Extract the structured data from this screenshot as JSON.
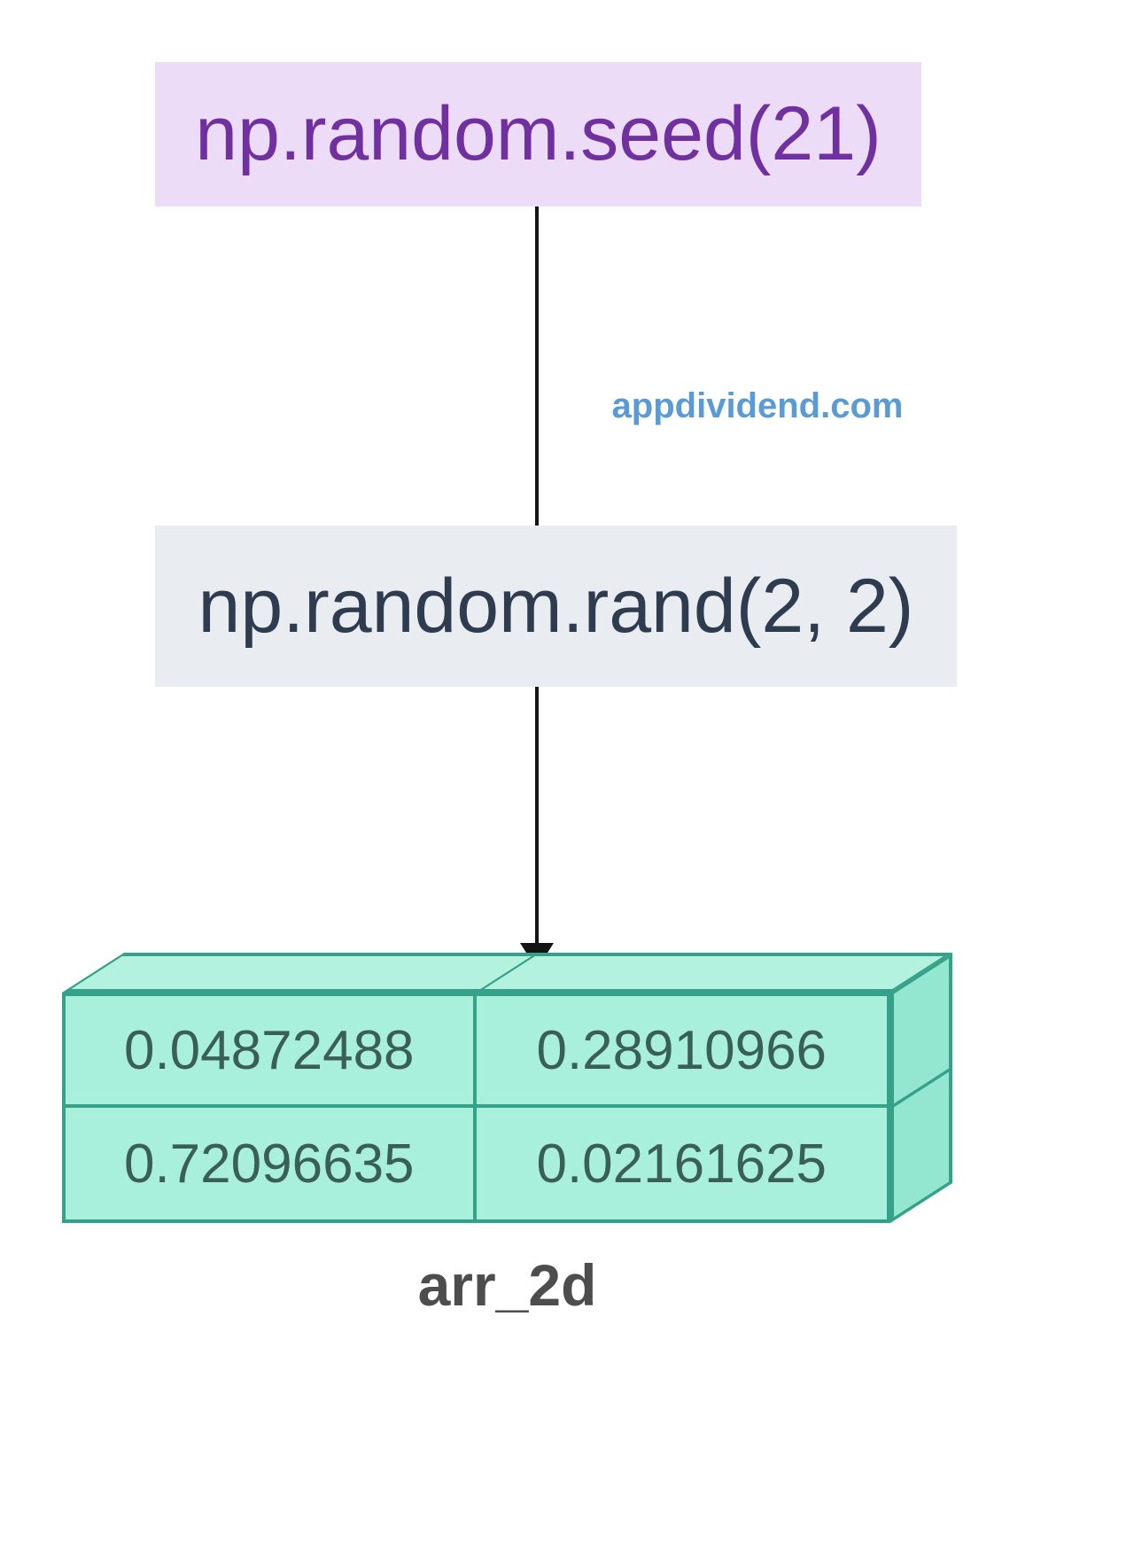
{
  "diagram": {
    "seed_box": {
      "label": "np.random.seed(21)"
    },
    "rand_box": {
      "label": "np.random.rand(2, 2)"
    },
    "watermark": "appdividend.com",
    "array": {
      "name": "arr_2d",
      "rows": [
        [
          "0.04872488",
          "0.28910966"
        ],
        [
          "0.72096635",
          "0.02161625"
        ]
      ]
    },
    "colors": {
      "seed_box_bg": "#ecdcf7",
      "seed_text": "#7030a0",
      "rand_box_bg": "#e9ecf0",
      "rand_text": "#2f3b4e",
      "watermark_text": "#5b9bd5",
      "array_fill": "#a9f0dc",
      "array_border": "#35a188",
      "array_text": "#3a5f55",
      "connector": "#141414",
      "label_text": "#4d4d4d"
    }
  }
}
